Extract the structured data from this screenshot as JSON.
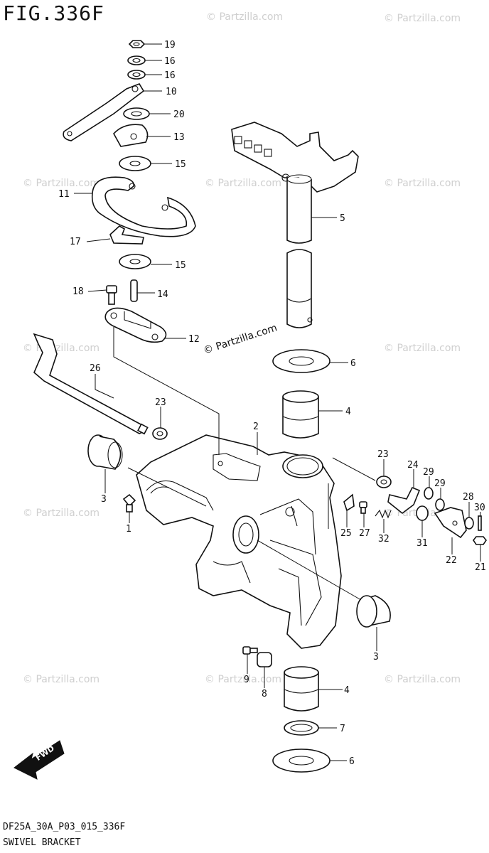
{
  "header": {
    "figure_title": "FIG.336F"
  },
  "footer": {
    "code": "DF25A_30A_P03_015_336F",
    "title": "SWIVEL BRACKET"
  },
  "watermark": {
    "text": "© Partzilla.com",
    "color": "#cfcfcf"
  },
  "center_copyright": "© Partzilla.com",
  "fwd_label": "FWD",
  "callouts": [
    "19",
    "16",
    "16",
    "10",
    "20",
    "13",
    "15",
    "11",
    "17",
    "15",
    "18",
    "14",
    "12",
    "5",
    "26",
    "6",
    "4",
    "2",
    "23",
    "3",
    "1",
    "23",
    "24",
    "29",
    "29",
    "28",
    "30",
    "25",
    "27",
    "32",
    "31",
    "22",
    "21",
    "3",
    "9",
    "8",
    "4",
    "7",
    "6"
  ]
}
